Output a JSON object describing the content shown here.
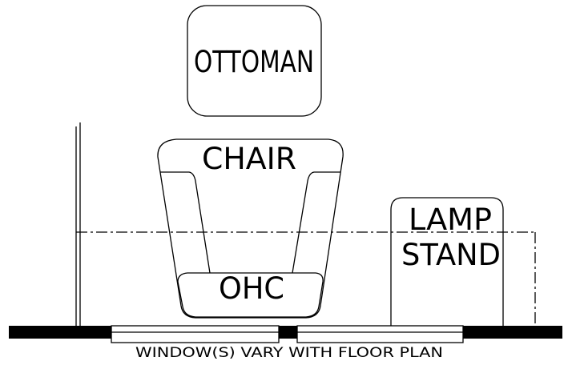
{
  "labels": {
    "ottoman": "OTTOMAN",
    "chair": "CHAIR",
    "ohc": "OHC",
    "lamp_line1": "LAMP",
    "lamp_line2": "STAND",
    "window_note": "WINDOW(S) VARY WITH FLOOR PLAN"
  },
  "colors": {
    "line": "#000000",
    "background": "#ffffff"
  }
}
